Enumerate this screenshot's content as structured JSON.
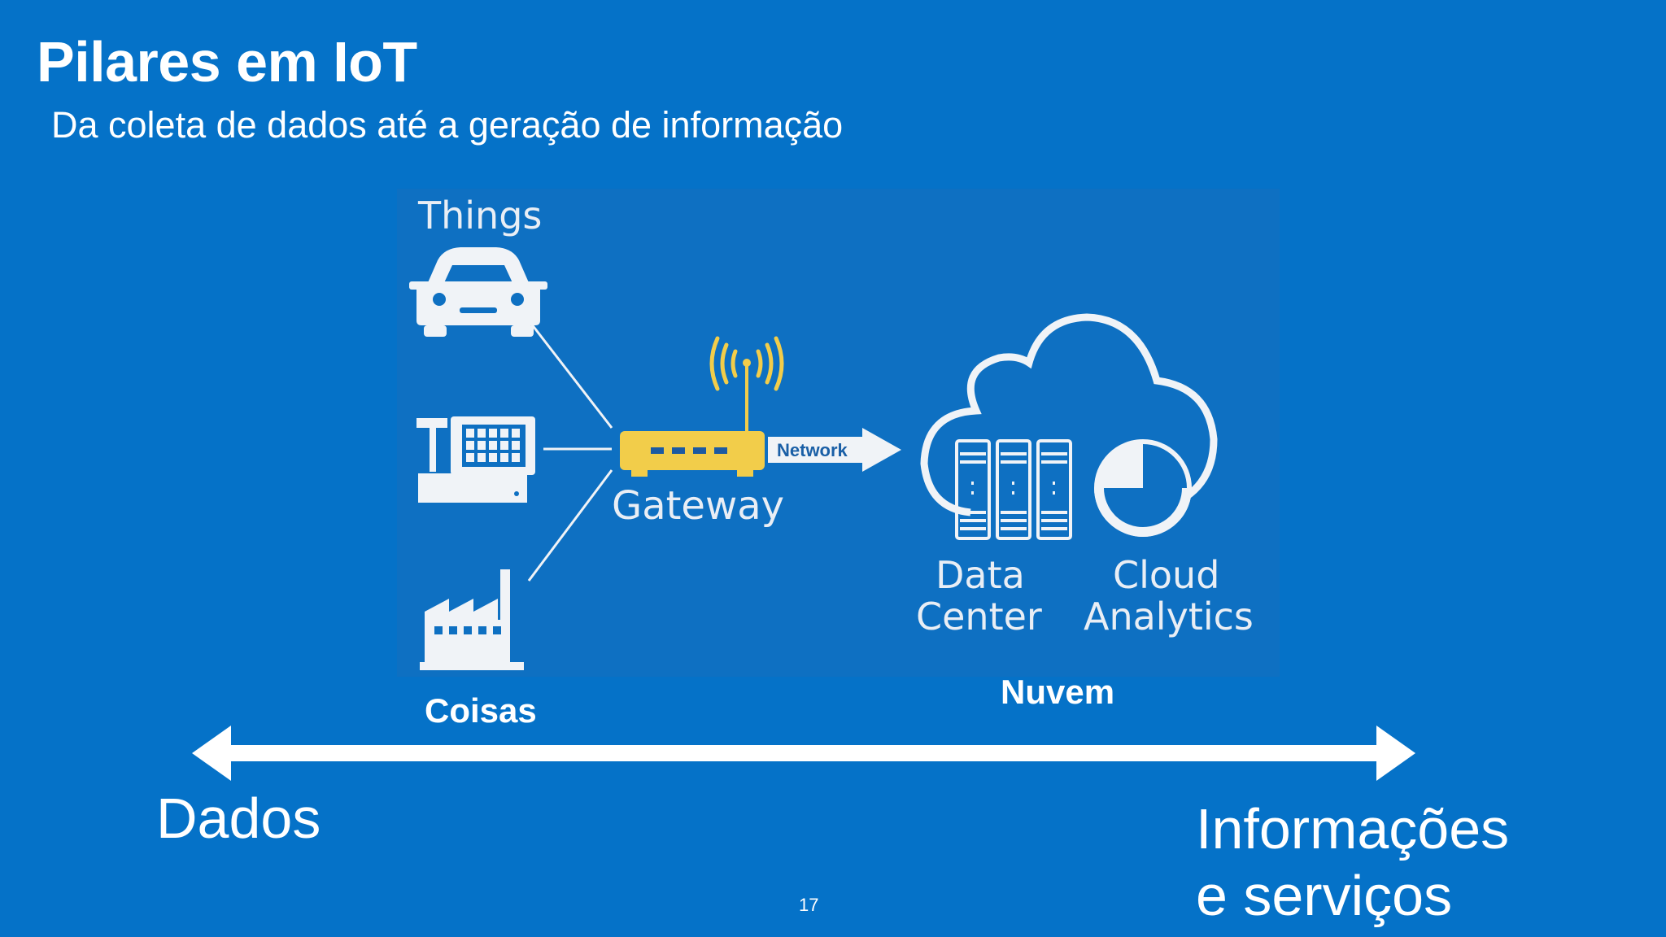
{
  "slide": {
    "title": "Pilares em IoT",
    "subtitle": "Da coleta de dados até a geração de informação",
    "page_number": "17"
  },
  "diagram": {
    "things_label": "Things",
    "gateway_label": "Gateway",
    "network_label": "Network",
    "data_center_label": [
      "Data",
      "Center"
    ],
    "cloud_analytics_label": [
      "Cloud",
      "Analytics"
    ],
    "devices": [
      "car-icon",
      "cash-register-icon",
      "factory-icon"
    ],
    "colors": {
      "background": "#0572c8",
      "panel": "#0e70c2",
      "gateway": "#f2cd4a",
      "line": "#ffffff"
    }
  },
  "annotations": {
    "coisas": "Coisas",
    "nuvem": "Nuvem",
    "left_end": "Dados",
    "right_end": [
      "Informações",
      "e serviços"
    ]
  }
}
